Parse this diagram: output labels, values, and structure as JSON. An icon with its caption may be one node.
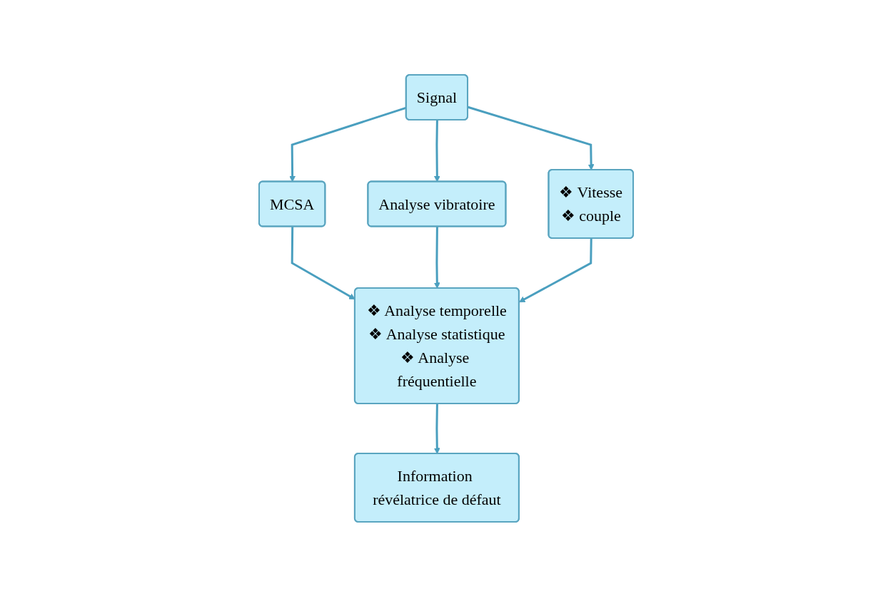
{
  "diagram": {
    "nodes": [
      {
        "text": [
          "Signal"
        ]
      },
      {
        "text": [
          "MCSA"
        ]
      },
      {
        "text": [
          "Analyse vibratoire"
        ]
      },
      {
        "text": [
          "❖ Vitesse",
          "❖ couple"
        ]
      },
      {
        "text": [
          "❖ Analyse temporelle",
          "❖ Analyse statistique",
          "❖ Analyse fréquentielle"
        ]
      },
      {
        "text": [
          "Information révélatrice de défaut"
        ]
      }
    ],
    "edges": [
      {
        "from": 0,
        "to": 1,
        "arrow": "to"
      },
      {
        "from": 0,
        "to": 2,
        "arrow": "to"
      },
      {
        "from": 0,
        "to": 3,
        "arrow": "to"
      },
      {
        "from": 1,
        "to": 4,
        "arrow": "to"
      },
      {
        "from": 2,
        "to": 4,
        "arrow": "to"
      },
      {
        "from": 3,
        "to": 4,
        "arrow": "to"
      },
      {
        "from": 4,
        "to": 5,
        "arrow": "to"
      }
    ]
  }
}
